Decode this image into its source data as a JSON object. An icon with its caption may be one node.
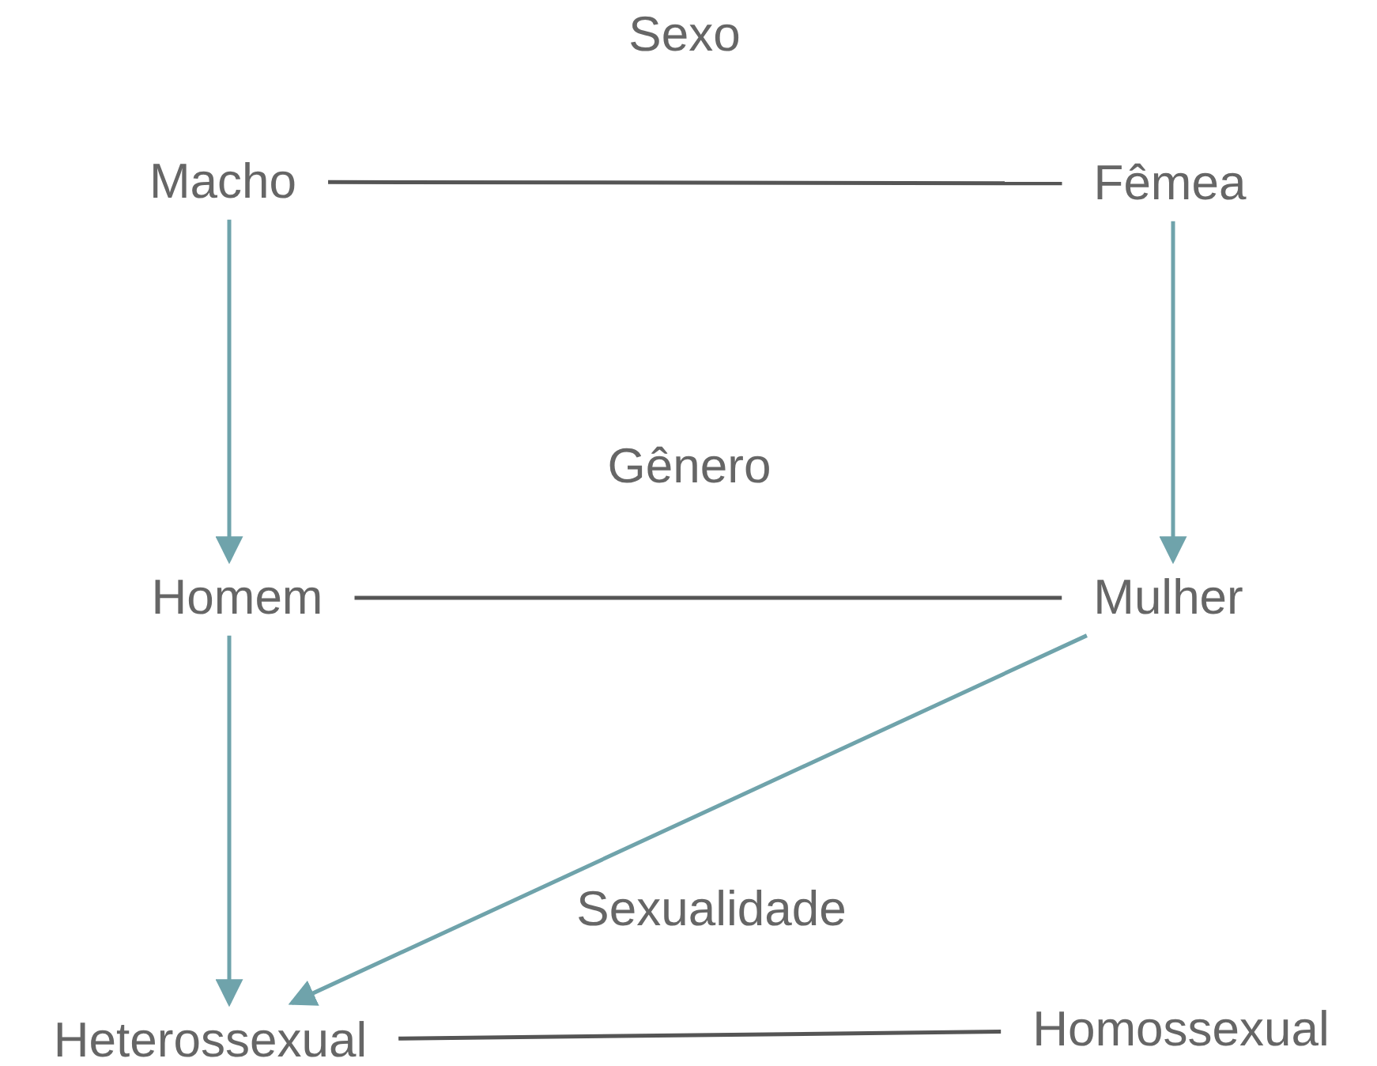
{
  "diagram": {
    "nodes": [
      {
        "text": [
          "Macho"
        ]
      },
      {
        "text": [
          "Fêmea"
        ]
      },
      {
        "text": [
          "Homem"
        ]
      },
      {
        "text": [
          "Mulher"
        ]
      },
      {
        "text": [
          "Heterossexual"
        ]
      },
      {
        "text": [
          "Homossexual"
        ]
      }
    ],
    "edges": [
      {
        "from": 0,
        "to": 1,
        "arrow": "none",
        "color": "#555555"
      },
      {
        "from": 0,
        "to": 2,
        "arrow": "to"
      },
      {
        "from": 1,
        "to": 3,
        "arrow": "to"
      },
      {
        "from": 2,
        "to": 3,
        "arrow": "none",
        "color": "#555555"
      },
      {
        "from": 2,
        "to": 4,
        "arrow": "to"
      },
      {
        "from": 3,
        "to": 4,
        "arrow": "to"
      },
      {
        "from": 4,
        "to": 5,
        "arrow": "none",
        "color": "#555555"
      }
    ],
    "labels": [
      "Sexo",
      "Gênero",
      "Sexualidade"
    ]
  }
}
